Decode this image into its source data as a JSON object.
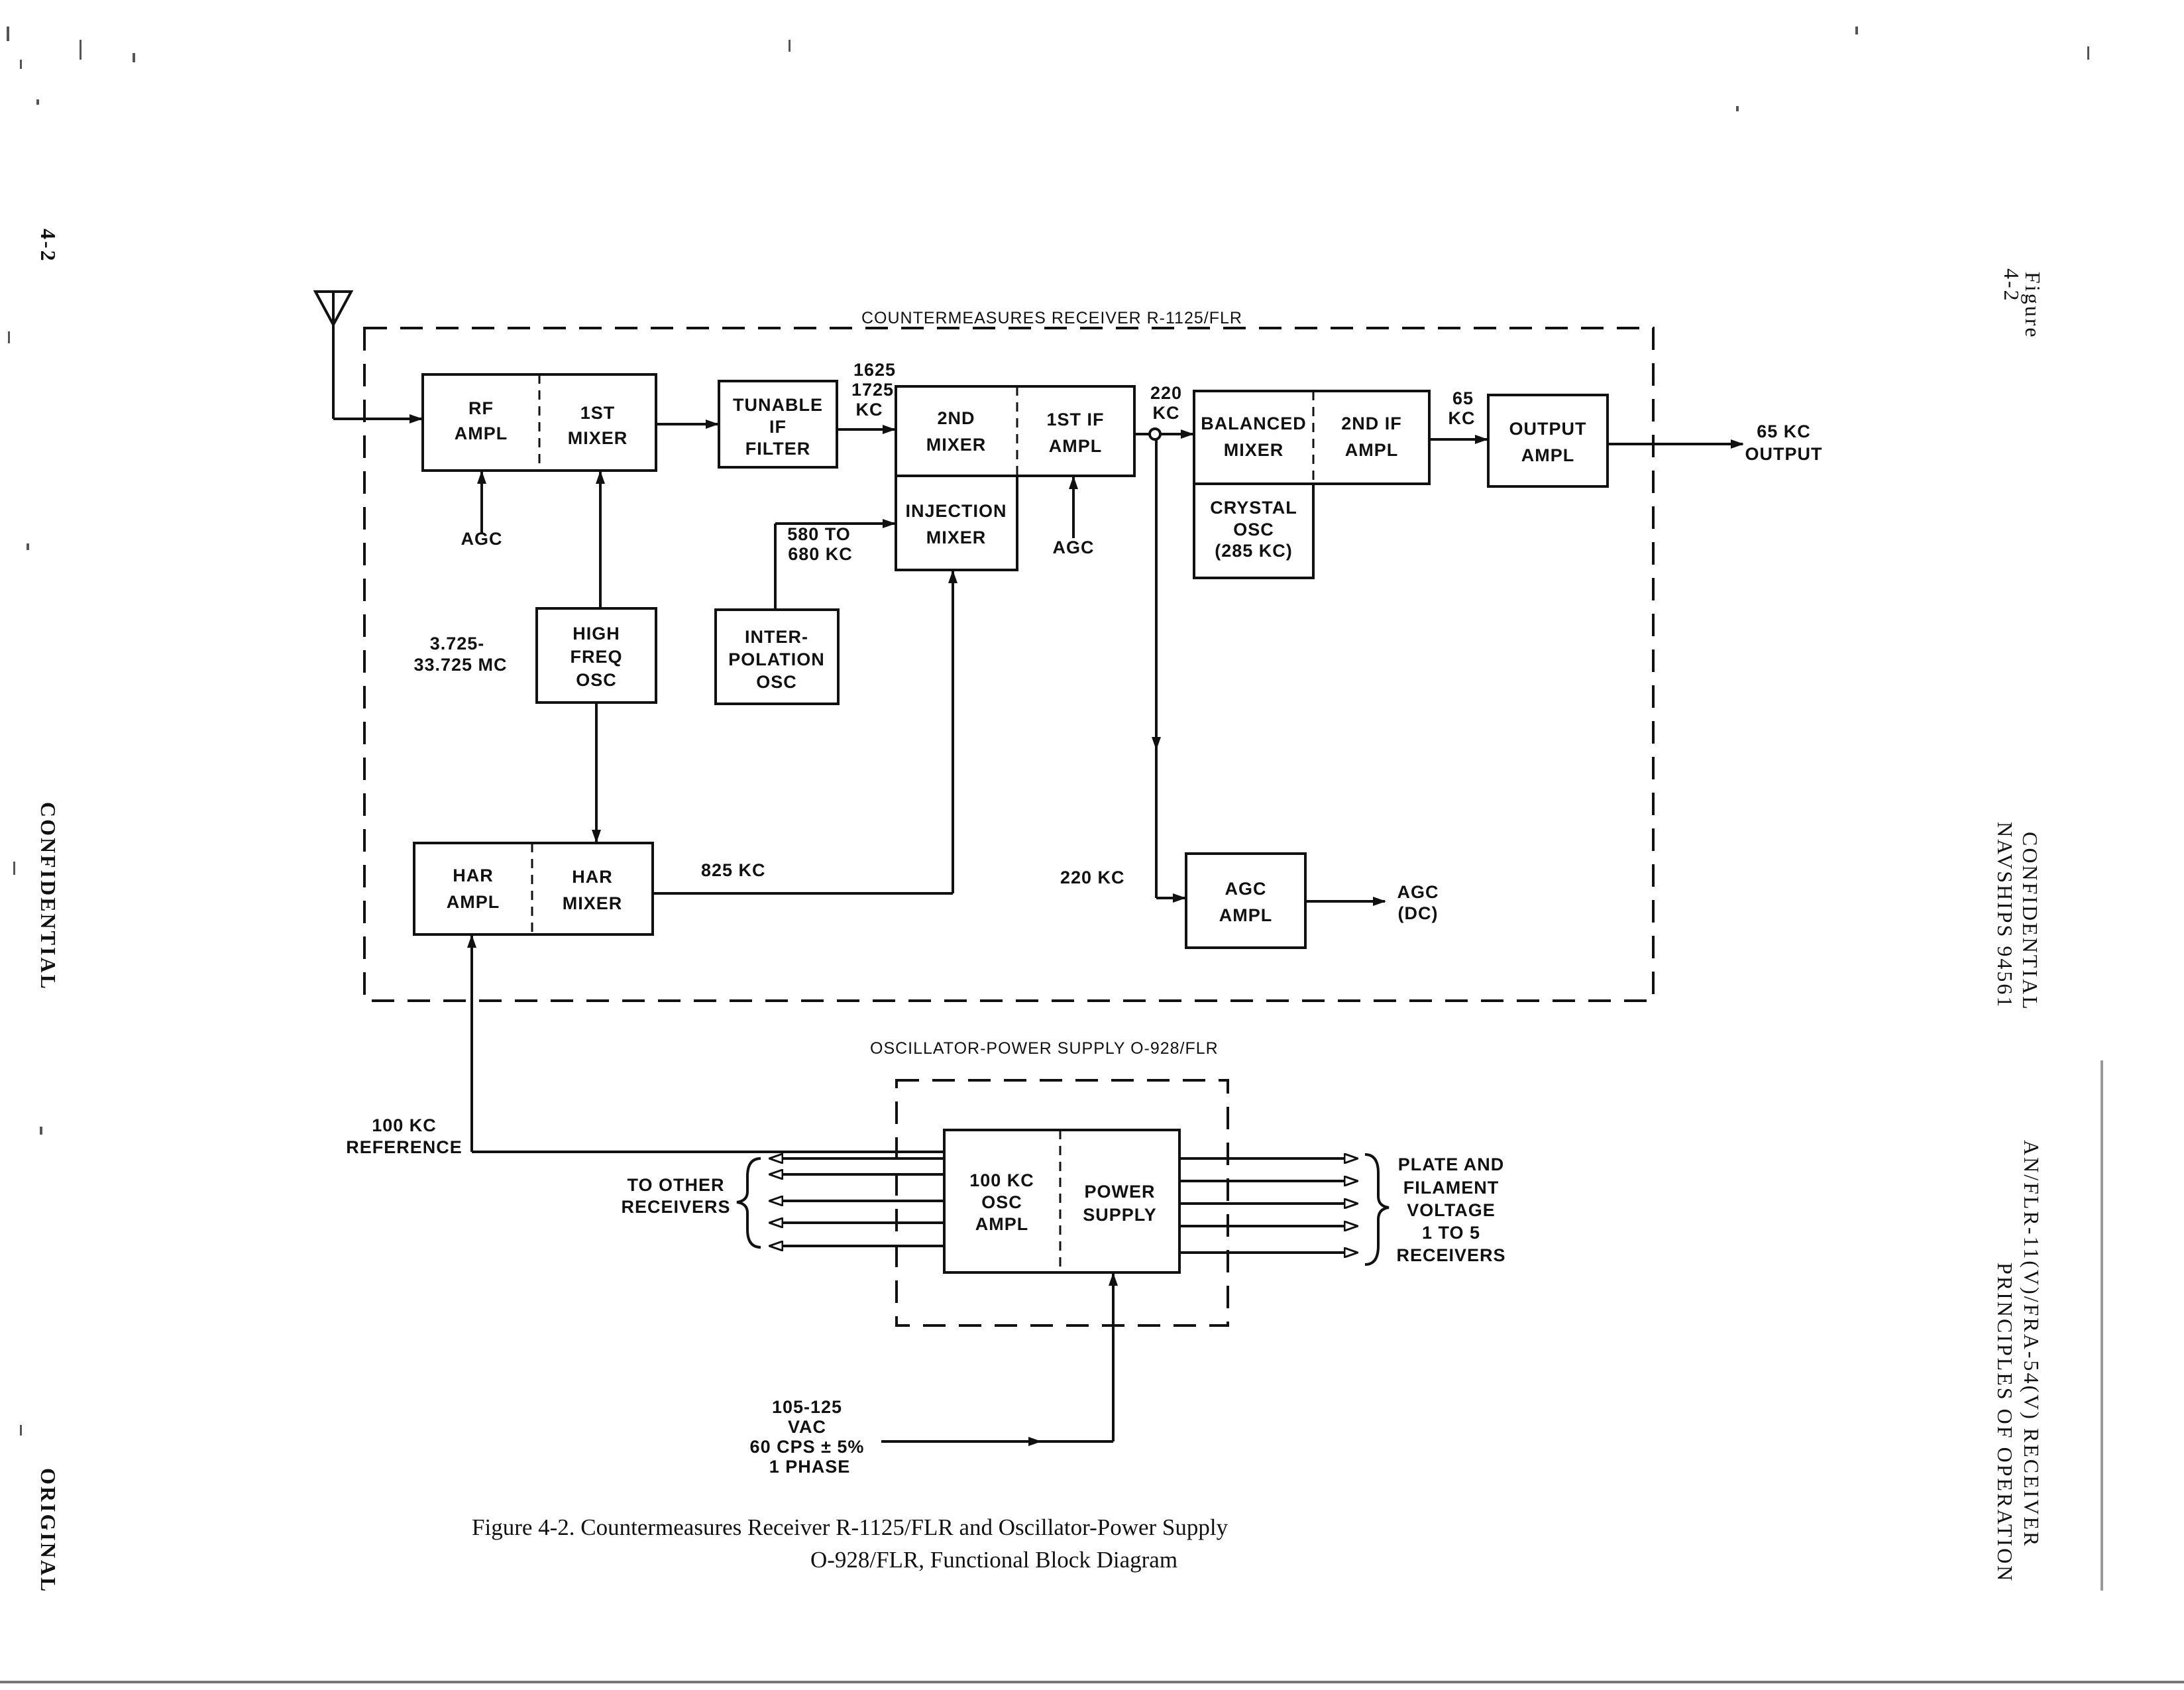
{
  "title_receiver": "COUNTERMEASURES RECEIVER R-1125/FLR",
  "title_supply": "OSCILLATOR-POWER SUPPLY O-928/FLR",
  "blocks": {
    "rf_ampl": [
      "RF",
      "AMPL"
    ],
    "first_mixer": [
      "1ST",
      "MIXER"
    ],
    "tunable_if_filter": [
      "TUNABLE",
      "IF",
      "FILTER"
    ],
    "second_mixer": [
      "2ND",
      "MIXER"
    ],
    "first_if_ampl": [
      "1ST IF",
      "AMPL"
    ],
    "injection_mixer": [
      "INJECTION",
      "MIXER"
    ],
    "balanced_mixer": [
      "BALANCED",
      "MIXER"
    ],
    "second_if_ampl": [
      "2ND IF",
      "AMPL"
    ],
    "crystal_osc": [
      "CRYSTAL",
      "OSC",
      "(285 KC)"
    ],
    "output_ampl": [
      "OUTPUT",
      "AMPL"
    ],
    "high_freq_osc": [
      "HIGH",
      "FREQ",
      "OSC"
    ],
    "interpolation_osc": [
      "INTER-",
      "POLATION",
      "OSC"
    ],
    "har_ampl": [
      "HAR",
      "AMPL"
    ],
    "har_mixer": [
      "HAR",
      "MIXER"
    ],
    "agc_ampl": [
      "AGC",
      "AMPL"
    ],
    "osc_100kc_ampl": [
      "100 KC",
      "OSC",
      "AMPL"
    ],
    "power_supply": [
      "POWER",
      "SUPPLY"
    ]
  },
  "labels": {
    "agc_rf": "AGC",
    "agc_if": "AGC",
    "freq_1625": [
      "1625",
      "1725",
      "KC"
    ],
    "freq_220_top": [
      "220",
      "KC"
    ],
    "freq_65": [
      "65",
      "KC"
    ],
    "output": [
      "65 KC",
      "OUTPUT"
    ],
    "range_580": [
      "580 TO",
      "680 KC"
    ],
    "range_3725": [
      "3.725-",
      "33.725 MC"
    ],
    "freq_825": "825 KC",
    "freq_220_bottom": "220 KC",
    "agc_dc": [
      "AGC",
      "(DC)"
    ],
    "ref_100kc": [
      "100 KC",
      "REFERENCE"
    ],
    "to_other_receivers": [
      "TO OTHER",
      "RECEIVERS"
    ],
    "plate_filament": [
      "PLATE AND",
      "FILAMENT",
      "VOLTAGE",
      "1 TO 5",
      "RECEIVERS"
    ],
    "vac_input": [
      "105-125",
      "VAC",
      "60 CPS ± 5%",
      "1 PHASE"
    ]
  },
  "caption": [
    "Figure 4-2.  Countermeasures Receiver R-1125/FLR and Oscillator-Power Supply",
    "O-928/FLR,  Functional Block Diagram"
  ],
  "margin_left": {
    "page_number": "4-2",
    "confidential": "CONFIDENTIAL",
    "original": "ORIGINAL"
  },
  "margin_right": {
    "figure_ref": [
      "Figure",
      "4-2"
    ],
    "classification": [
      "CONFIDENTIAL",
      "NAVSHIPS 94561"
    ],
    "section_title": [
      "AN/FLR-11(V)/FRA-54(V) RECEIVER",
      "PRINCIPLES OF OPERATION"
    ]
  }
}
